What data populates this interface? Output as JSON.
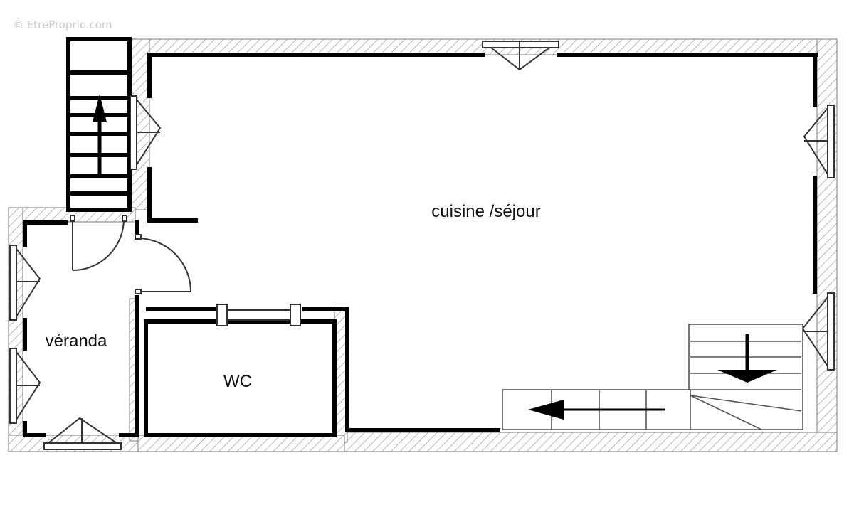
{
  "watermark": "© EtreProprio.com",
  "rooms": {
    "living": "cuisine /séjour",
    "veranda": "véranda",
    "wc": "WC"
  },
  "colors": {
    "wall": "#000000",
    "hatch": "#9a9a9a",
    "fixture": "#333333"
  },
  "icons": [
    "stair-arrow-up-icon",
    "stair-arrow-left-icon",
    "stair-arrow-down-icon",
    "window-icon",
    "door-swing-icon"
  ]
}
